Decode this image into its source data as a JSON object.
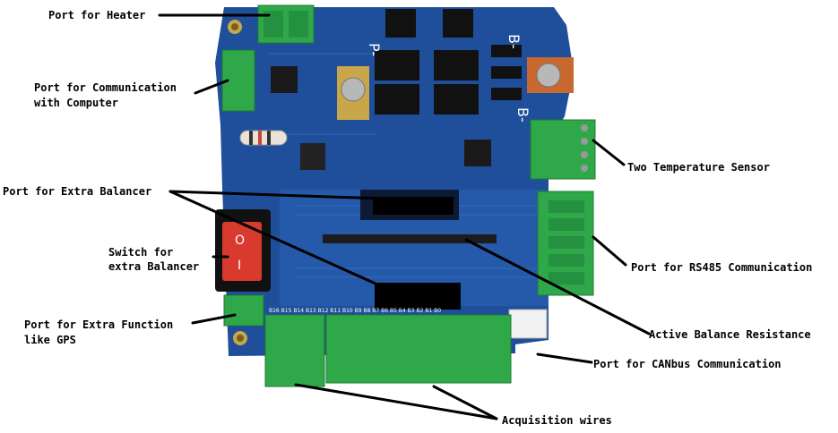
{
  "labels": {
    "heater": "Port for Heater",
    "comm_computer_1": "Port for Communication",
    "comm_computer_2": "with Computer",
    "extra_balancer": "Port for Extra Balancer",
    "switch_1": "Switch for",
    "switch_2": "extra Balancer",
    "extra_function_1": "Port for Extra Function",
    "extra_function_2": "like GPS",
    "temp_sensor": "Two Temperature Sensor",
    "rs485": "Port for RS485 Communication",
    "active_balance": "Active Balance Resistance",
    "canbus": "Port for CANbus Communication",
    "acquisition": "Acquisition wires"
  },
  "board_marks": {
    "p_minus": "P-",
    "b_minus": "B-",
    "b_minus_lower": "B-",
    "switch_on": "O",
    "switch_off": "I",
    "pin_header_labels": "B16 B15 B14 B13  B12 B11 B10 B9  B8 B7 B6 B5 B4 B3 B2 B1 B0"
  },
  "colors": {
    "pcb": "#1f4f9a",
    "pcb_dark": "#163d7c",
    "terminal_green": "#2fa84a",
    "switch_red": "#d83a2e",
    "label_text": "#000000"
  }
}
